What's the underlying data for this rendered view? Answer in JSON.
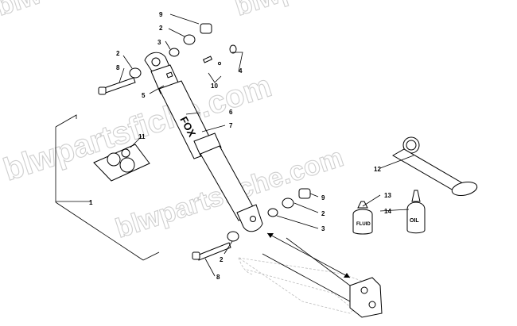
{
  "watermark": {
    "line1": "blwpartsfiche.com",
    "line2": "blwpartsfiche.com",
    "line3": "blwpartsfiche.com",
    "line4": "blw"
  },
  "shock": {
    "brand": "FOX"
  },
  "bottles": {
    "fluid_text": "FLUID",
    "oil_text": "OIL"
  },
  "callouts": [
    {
      "id": "callout-9-top",
      "label": "9"
    },
    {
      "id": "callout-2-top",
      "label": "2"
    },
    {
      "id": "callout-3-top",
      "label": "3"
    },
    {
      "id": "callout-2-left",
      "label": "2"
    },
    {
      "id": "callout-8-top",
      "label": "8"
    },
    {
      "id": "callout-4",
      "label": "4"
    },
    {
      "id": "callout-10",
      "label": "10"
    },
    {
      "id": "callout-5",
      "label": "5"
    },
    {
      "id": "callout-6",
      "label": "6"
    },
    {
      "id": "callout-7",
      "label": "7"
    },
    {
      "id": "callout-11",
      "label": "11"
    },
    {
      "id": "callout-1",
      "label": "1"
    },
    {
      "id": "callout-12",
      "label": "12"
    },
    {
      "id": "callout-13",
      "label": "13"
    },
    {
      "id": "callout-14",
      "label": "14"
    },
    {
      "id": "callout-9-bottom",
      "label": "9"
    },
    {
      "id": "callout-2-bottom-right",
      "label": "2"
    },
    {
      "id": "callout-3-bottom",
      "label": "3"
    },
    {
      "id": "callout-2-bottom-left",
      "label": "2"
    },
    {
      "id": "callout-8-bottom",
      "label": "8"
    }
  ]
}
